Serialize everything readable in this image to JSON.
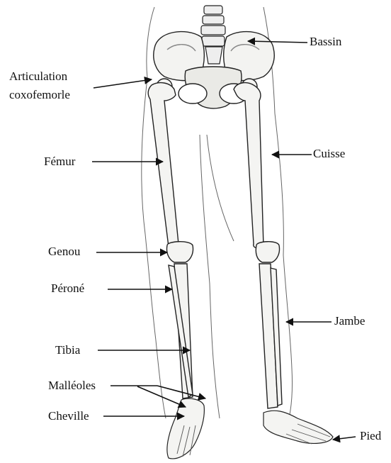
{
  "labels": {
    "bassin": "Bassin",
    "articulation_line1": "Articulation",
    "articulation_line2": "coxofemorle",
    "femur": "Fémur",
    "cuisse": "Cuisse",
    "genou": "Genou",
    "perone": "Péroné",
    "jambe": "Jambe",
    "tibia": "Tibia",
    "malleoles": "Malléoles",
    "cheville": "Cheville",
    "pied": "Pied"
  },
  "colors": {
    "ink": "#111111",
    "bone_fill": "#f4f4f2",
    "bone_stroke": "#222222",
    "shade": "#777777",
    "outline": "#555555"
  }
}
